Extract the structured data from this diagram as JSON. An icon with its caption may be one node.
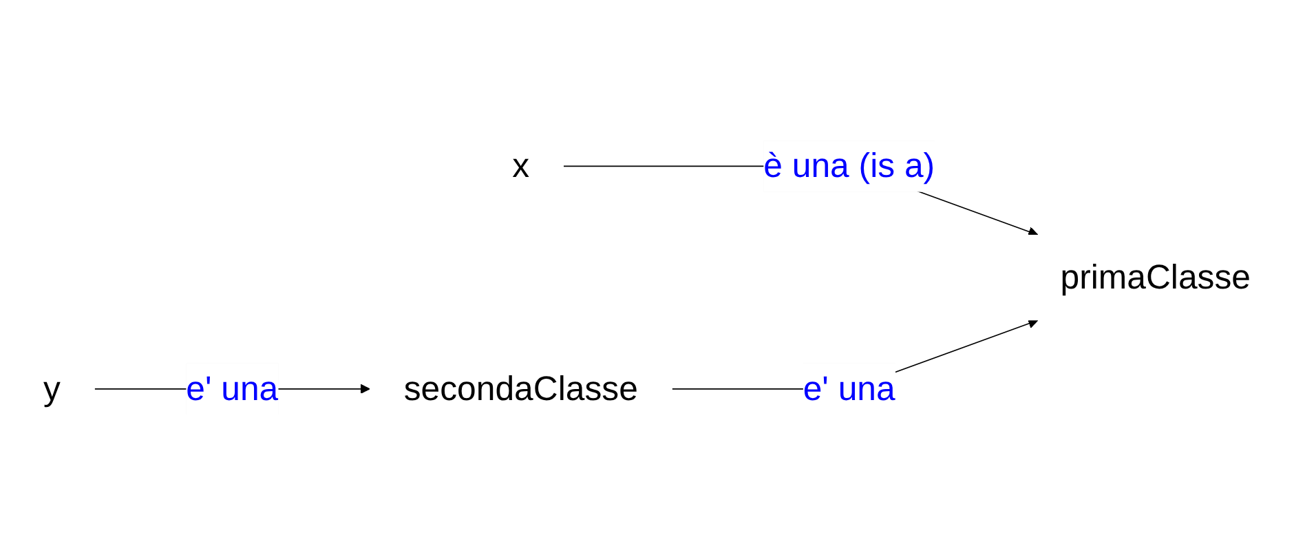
{
  "diagram": {
    "nodes": [
      {
        "text": [
          "x"
        ]
      },
      {
        "text": [
          "primaClasse"
        ]
      },
      {
        "text": [
          "y"
        ]
      },
      {
        "text": [
          "secondaClasse"
        ]
      }
    ],
    "edges": [
      {
        "from": 0,
        "to": 1,
        "arrow": "to",
        "label": "è una (is a)"
      },
      {
        "from": 3,
        "to": 1,
        "arrow": "to",
        "label": "e' una"
      },
      {
        "from": 2,
        "to": 3,
        "arrow": "to",
        "label": "e' una"
      }
    ]
  }
}
